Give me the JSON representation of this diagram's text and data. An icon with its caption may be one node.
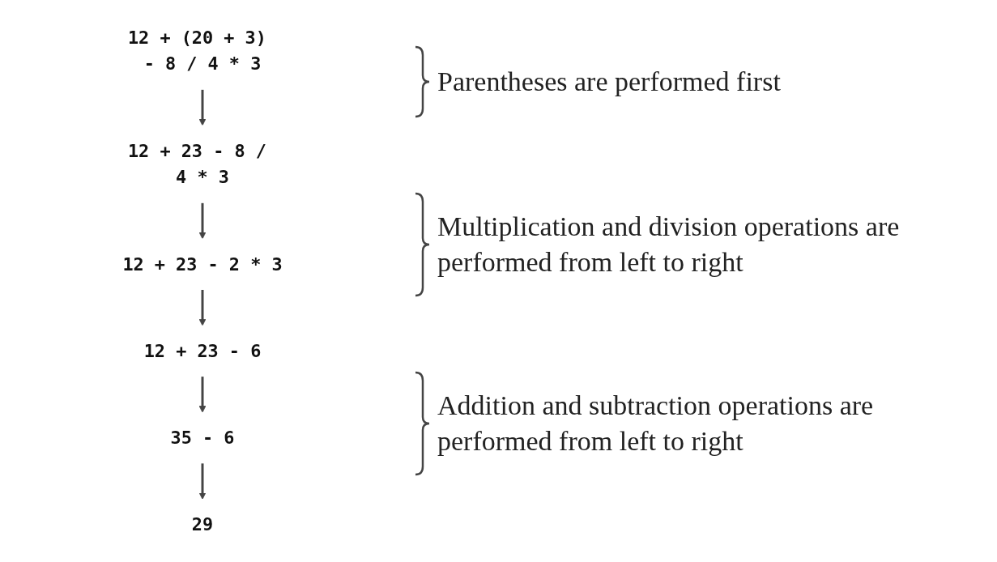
{
  "diagram": {
    "nodes": [
      {
        "text": [
          "12 + (20 + 3) - 8 / 4 * 3"
        ]
      },
      {
        "text": [
          "12 + 23 - 8 / 4 * 3"
        ]
      },
      {
        "text": [
          "12 + 23 - 2 * 3"
        ]
      },
      {
        "text": [
          "12 + 23 - 6"
        ]
      },
      {
        "text": [
          "35 - 6"
        ]
      },
      {
        "text": [
          "29"
        ]
      }
    ],
    "edges": [
      {
        "from": 0,
        "to": 1,
        "arrow": "to"
      },
      {
        "from": 1,
        "to": 2,
        "arrow": "to"
      },
      {
        "from": 2,
        "to": 3,
        "arrow": "to"
      },
      {
        "from": 3,
        "to": 4,
        "arrow": "to"
      },
      {
        "from": 4,
        "to": 5,
        "arrow": "to"
      }
    ],
    "labels": [
      "Parentheses are performed first",
      "Multiplication and division operations are performed from left to right",
      "Addition and subtraction operations are performed from left to right"
    ]
  }
}
